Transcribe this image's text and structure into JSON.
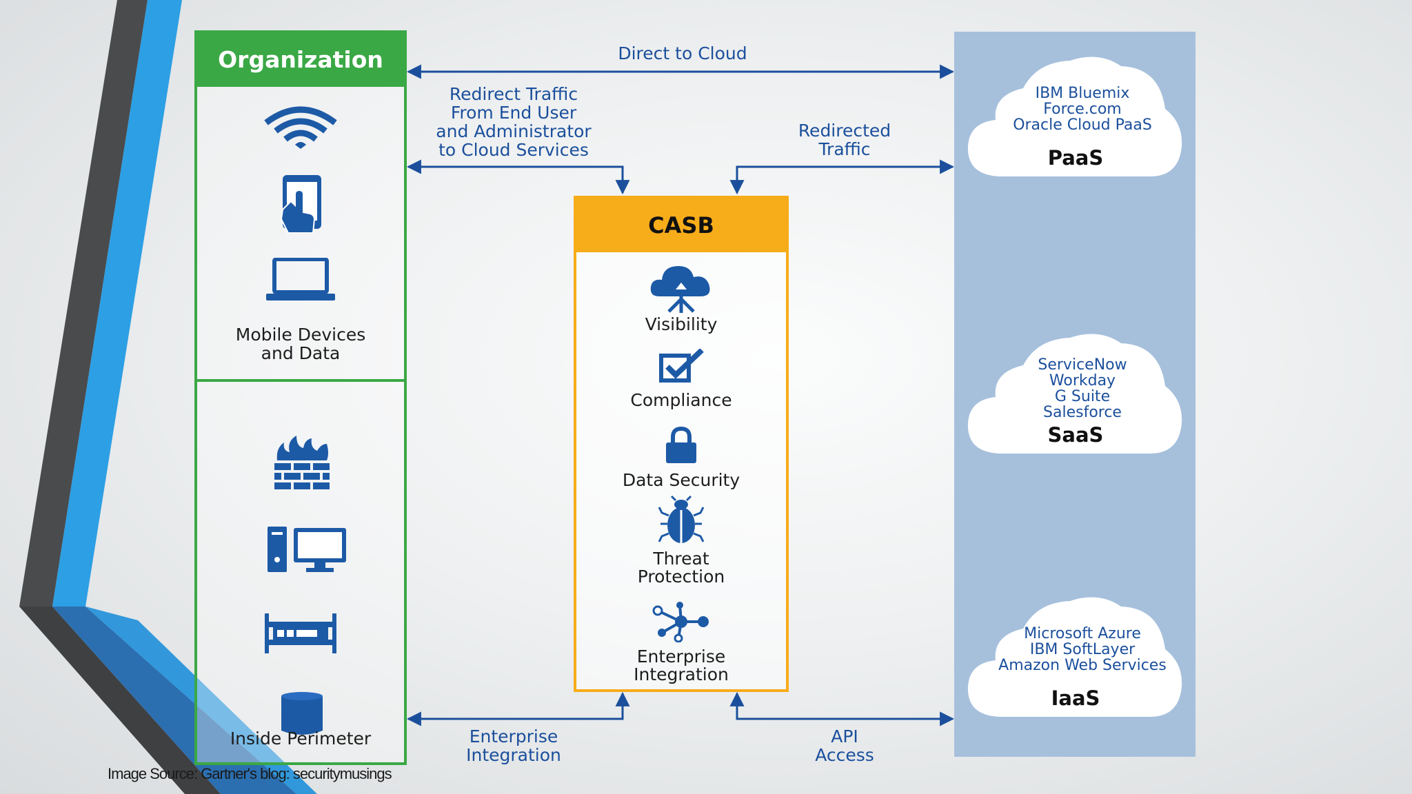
{
  "organization": {
    "title": "Organization",
    "mobile_label": "Mobile Devices\nand Data",
    "perimeter_label": "Inside Perimeter"
  },
  "casb": {
    "title": "CASB",
    "capabilities": [
      {
        "label": "Visibility",
        "icon": "cloud-arrows-icon"
      },
      {
        "label": "Compliance",
        "icon": "checkbox-icon"
      },
      {
        "label": "Data Security",
        "icon": "lock-icon"
      },
      {
        "label": "Threat\nProtection",
        "icon": "bug-icon"
      },
      {
        "label": "Enterprise\nIntegration",
        "icon": "network-icon"
      }
    ]
  },
  "flows": {
    "direct": "Direct to Cloud",
    "redirect": "Redirect Traffic\nFrom End User\nand Administrator\nto Cloud Services",
    "redirected": "Redirected\nTraffic",
    "enterprise": "Enterprise\nIntegration",
    "api": "API\nAccess"
  },
  "clouds": [
    {
      "services": "IBM Bluemix\nForce.com\nOracle Cloud PaaS",
      "type": "PaaS"
    },
    {
      "services": "ServiceNow\nWorkday\nG Suite\nSalesforce",
      "type": "SaaS"
    },
    {
      "services": "Microsoft Azure\nIBM SoftLayer\nAmazon Web Services",
      "type": "IaaS"
    }
  ],
  "source": "Image Source: Gartner's blog: securitymusings",
  "colors": {
    "org": "#3aa845",
    "casb": "#f7ac1a",
    "cloud_col": "#a6c0dc",
    "arrow": "#1b4f9c",
    "icon": "#1d5aa6"
  }
}
